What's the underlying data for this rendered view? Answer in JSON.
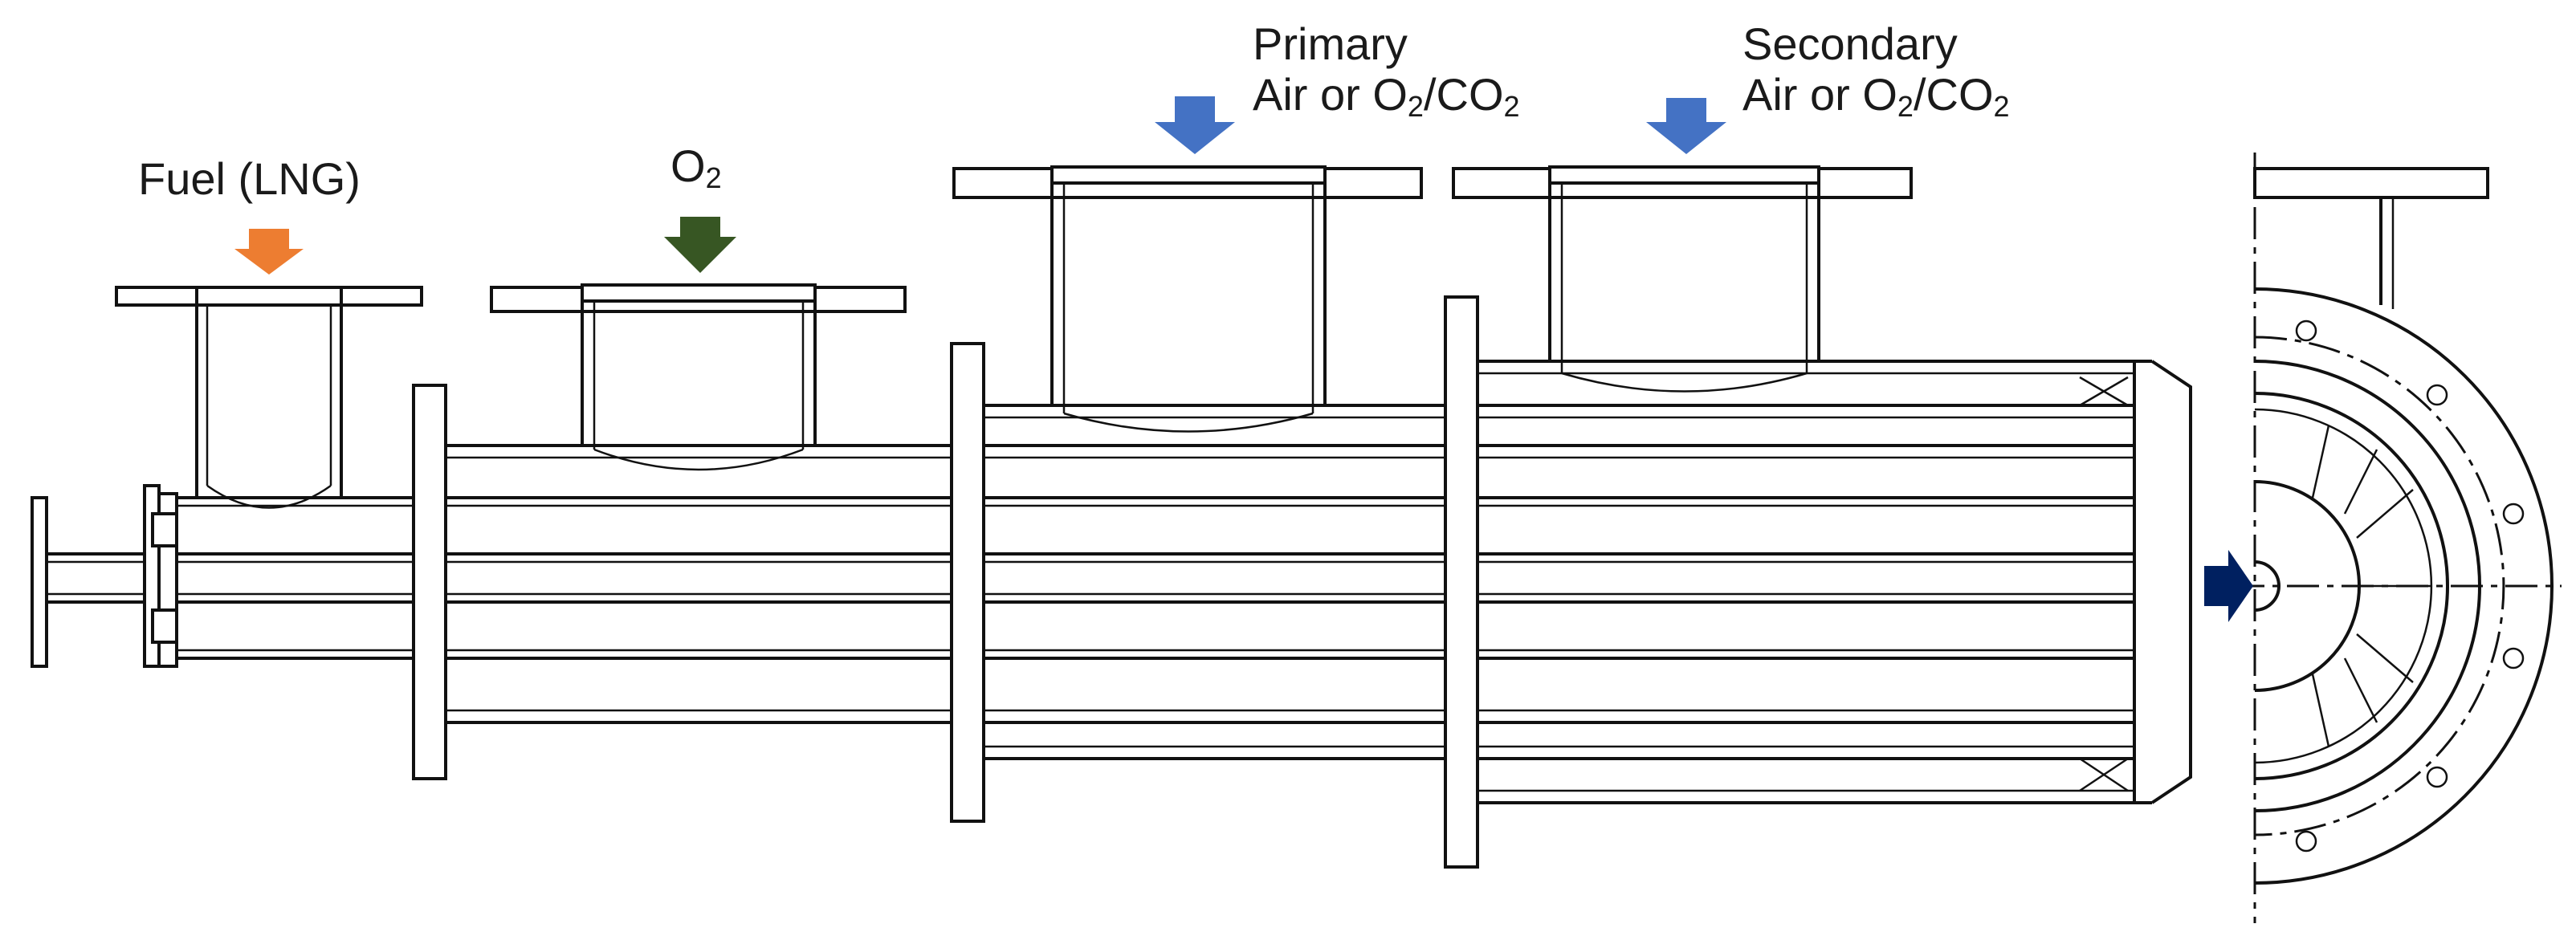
{
  "labels": {
    "fuel": "Fuel (LNG)",
    "o2_main": "O",
    "o2_sub": "2",
    "primary_line1": "Primary",
    "primary_line2_a": "Air or O",
    "primary_line2_sub1": "2",
    "primary_line2_b": "/CO",
    "primary_line2_sub2": "2",
    "secondary_line1": "Secondary",
    "secondary_line2_a": "Air or O",
    "secondary_line2_sub1": "2",
    "secondary_line2_b": "/CO",
    "secondary_line2_sub2": "2"
  },
  "colors": {
    "fuel_arrow": "#ED7D31",
    "o2_arrow": "#375623",
    "air_arrow": "#4472C4",
    "outlet_arrow": "#002060"
  },
  "icons": {
    "fuel": "arrow-down-icon",
    "o2": "arrow-down-icon",
    "primary": "arrow-down-icon",
    "secondary": "arrow-down-icon",
    "outlet": "arrow-right-icon"
  }
}
